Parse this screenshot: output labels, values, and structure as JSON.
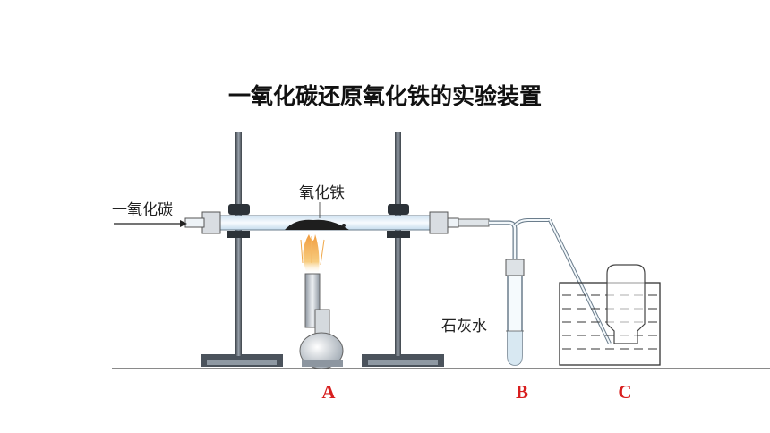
{
  "title": "一氧化碳还原氧化铁的实验装置",
  "labels": {
    "gas_in": "一氧化碳",
    "iron_oxide": "氧化铁",
    "limewater": "石灰水"
  },
  "apparatus_keys": [
    "A",
    "B",
    "C"
  ],
  "colors": {
    "key_label": "#d81e1e",
    "flame": "#f2a23a",
    "tube": "#e6f2fa",
    "metal": "#5a6470",
    "water_line": "#222222"
  }
}
